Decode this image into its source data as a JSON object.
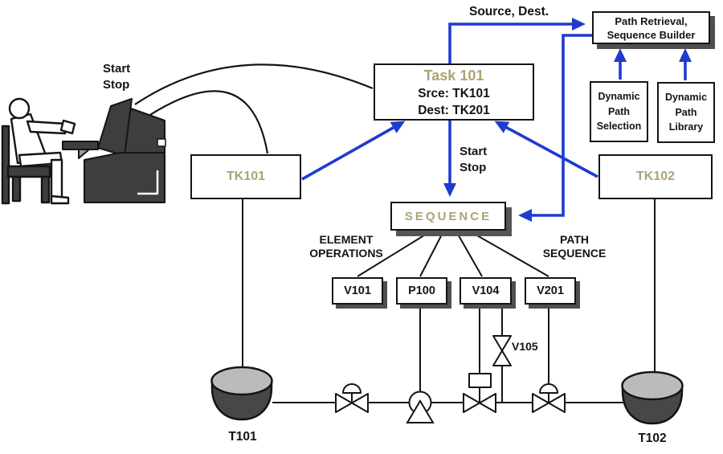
{
  "colors": {
    "arrow_blue": "#1F3CCE",
    "accent_olive": "#ABA473",
    "console_dark": "#3E3E3E",
    "tank_body": "#474747",
    "tank_top": "#BBBBBB",
    "box_shadow": "#4F4F4F"
  },
  "labels": {
    "source_dest": "Source, Dest.",
    "operator_start": "Start",
    "operator_stop": "Stop",
    "task_start": "Start",
    "task_stop": "Stop",
    "element_operations_line1": "ELEMENT",
    "element_operations_line2": "OPERATIONS",
    "path_sequence_line1": "PATH",
    "path_sequence_line2": "SEQUENCE",
    "v105": "V105"
  },
  "boxes": {
    "task": {
      "title": "Task 101",
      "source": "Srce: TK101",
      "dest": "Dest: TK201"
    },
    "path_retrieval": {
      "line1": "Path Retrieval,",
      "line2": "Sequence Builder"
    },
    "dynamic_selection": {
      "line1": "Dynamic",
      "line2": "Path",
      "line3": "Selection"
    },
    "dynamic_library": {
      "line1": "Dynamic",
      "line2": "Path",
      "line3": "Library"
    },
    "tk101": {
      "label": "TK101"
    },
    "tk102": {
      "label": "TK102"
    },
    "sequence": {
      "label": "SEQUENCE"
    },
    "elements": [
      {
        "label": "V101"
      },
      {
        "label": "P100"
      },
      {
        "label": "V104"
      },
      {
        "label": "V201"
      }
    ]
  },
  "tanks": {
    "t101": "T101",
    "t102": "T102"
  }
}
